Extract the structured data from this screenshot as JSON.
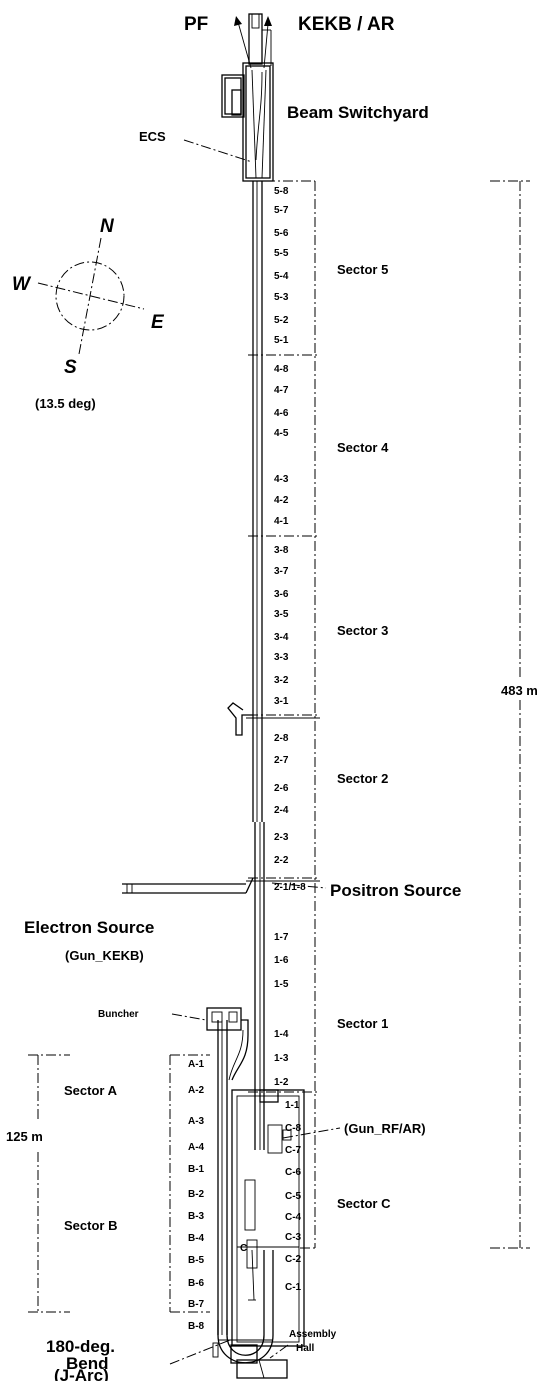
{
  "top_labels": {
    "pf": "PF",
    "kekb_ar": "KEKB / AR"
  },
  "areas": {
    "beam_switchyard": "Beam Switchyard",
    "ecs": "ECS",
    "electron_source": "Electron Source",
    "gun_kekb": "(Gun_KEKB)",
    "buncher": "Buncher",
    "positron_source": "Positron Source",
    "gun_rf_ar": "(Gun_RF/AR)",
    "assembly_hall_line1": "Assembly",
    "assembly_hall_line2": "Hall",
    "bend_line1": "180-deg.",
    "bend_line2": "Bend",
    "bend_line3": "(J-Arc)"
  },
  "compass": {
    "n": "N",
    "s": "S",
    "e": "E",
    "w": "W",
    "angle": "(13.5 deg)"
  },
  "sectors": {
    "s5": "Sector 5",
    "s4": "Sector 4",
    "s3": "Sector 3",
    "s2": "Sector 2",
    "s1": "Sector 1",
    "sc": "Sector C",
    "sa": "Sector A",
    "sb": "Sector B"
  },
  "dimensions": {
    "main_length": "483 m",
    "ab_length": "125 m"
  },
  "units_main": [
    "5-8",
    "5-7",
    "5-6",
    "5-5",
    "5-4",
    "5-3",
    "5-2",
    "5-1",
    "4-8",
    "4-7",
    "4-6",
    "4-5",
    "4-3",
    "4-2",
    "4-1",
    "3-8",
    "3-7",
    "3-6",
    "3-5",
    "3-4",
    "3-3",
    "3-2",
    "3-1",
    "2-8",
    "2-7",
    "2-6",
    "2-4",
    "2-3",
    "2-2",
    "2-1/1-8",
    "1-7",
    "1-6",
    "1-5",
    "1-4",
    "1-3",
    "1-2",
    "1-1",
    "C-8",
    "C-7",
    "C-6",
    "C-5",
    "C-4",
    "C-3",
    "C-2",
    "C-1"
  ],
  "units_ab": [
    "A-1",
    "A-2",
    "A-3",
    "A-4",
    "B-1",
    "B-2",
    "B-3",
    "B-4",
    "B-5",
    "B-6",
    "B-7",
    "B-8"
  ],
  "misc": {
    "small_c": "C"
  }
}
